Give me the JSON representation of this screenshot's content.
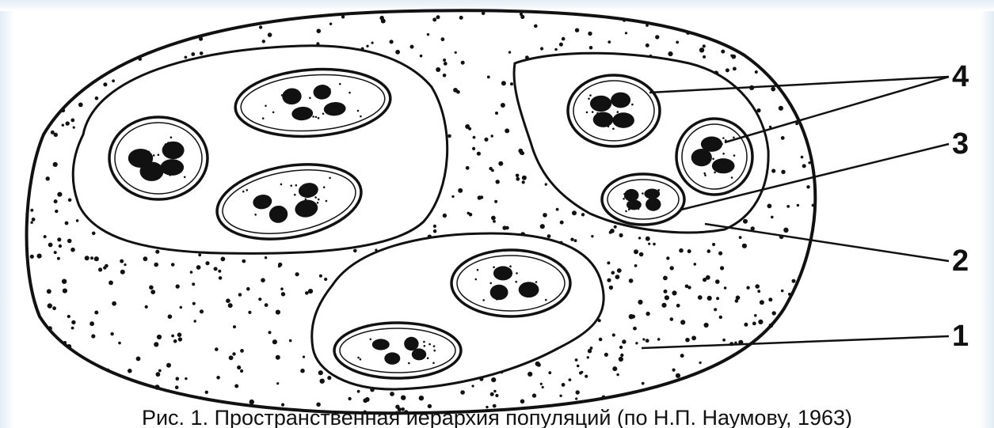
{
  "figure": {
    "caption": "Рис. 1. Пространственная иерархия популяций (по Н.П. Наумову, 1963)",
    "callouts": [
      "4",
      "3",
      "2",
      "1"
    ]
  },
  "colors": {
    "ink": "#111111",
    "background": "#ffffff",
    "edge_tint": "#e3ecf6"
  }
}
